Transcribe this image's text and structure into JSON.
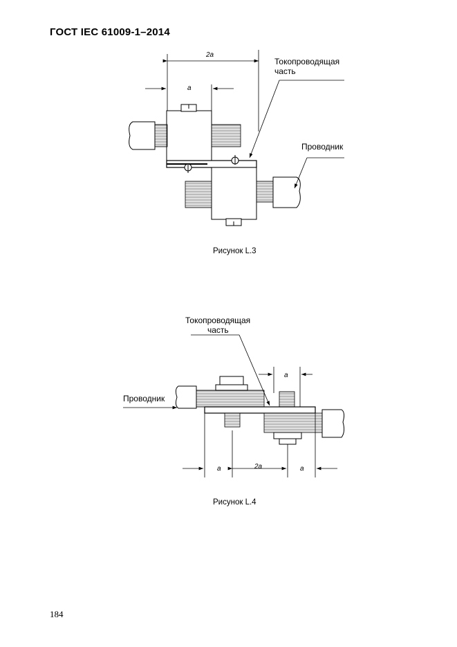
{
  "header": {
    "standard": "ГОСТ IEC 61009-1–2014"
  },
  "figure_l3": {
    "caption": "Рисунок L.3",
    "label_current_part_line1": "Токопроводящая",
    "label_current_part_line2": "часть",
    "label_conductor": "Проводник",
    "dim_2a": "2a",
    "dim_a": "a"
  },
  "figure_l4": {
    "caption": "Рисунок L.4",
    "label_current_part_line1": "Токопроводящая",
    "label_current_part_line2": "часть",
    "label_conductor": "Проводник",
    "dim_a_top": "a",
    "dim_a_left": "a",
    "dim_2a": "2a",
    "dim_a_right": "a"
  },
  "footer": {
    "page_number": "184"
  }
}
